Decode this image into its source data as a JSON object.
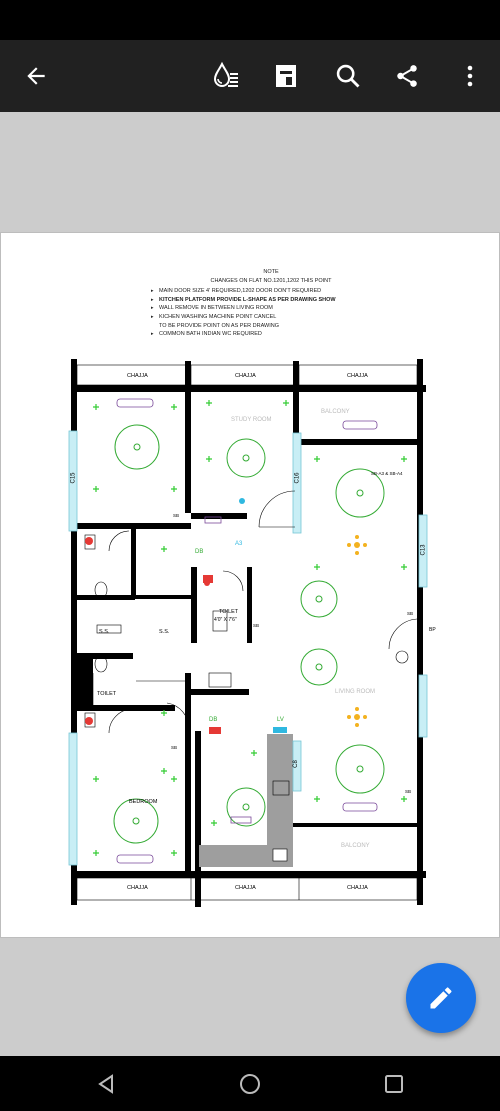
{
  "toolbar": {
    "back_icon": "arrow-back-icon",
    "ink_icon": "ink-drop-icon",
    "layout_icon": "page-layout-icon",
    "search_icon": "search-icon",
    "share_icon": "share-icon",
    "more_icon": "more-vert-icon"
  },
  "drawing": {
    "note_title": "NOTE",
    "note_sub": "CHANGES ON FLAT NO.1201,1202 THIS POINT",
    "notes": [
      "MAIN DOOR SIZE 4' REQUIRED,1202 DOOR  DON'T REQUIRED",
      "KITCHEN PLATFORM PROVIDE L-SHAPE AS PER DRAWING SHOW",
      "WALL REMOVE IN BETWEEN LIVING ROOM",
      "KICHEN WASHING MACHINE POINT CANCEL",
      "TO BE PROVIDE POINT ON  AS PER DRAWING",
      "COMMON BATH INDIAN WC REQUIRED"
    ],
    "chajja": "CHAJJA",
    "study_room": "STUDY ROOM",
    "balcony": "BALCONY",
    "toilet": "TOILET",
    "toilet_size": "4'0\" X 7'6\"",
    "ss": "S.S.",
    "living_room": "LIVING ROOM",
    "bedroom": "BEDROOM",
    "db": "DB",
    "lv": "LV",
    "sb": "SB",
    "sb_a3": "SB-A3 & SB-A4",
    "bp": "BP",
    "a3": "A3",
    "c15": "C15",
    "c16": "C16",
    "c13": "C13",
    "c8": "C8"
  },
  "colors": {
    "fab": "#1a73e8",
    "toolbar": "#212121",
    "wall": "#000000",
    "glass": "#9fd8e6",
    "fixture": "#33cc33",
    "kitchen": "#9e9e9e"
  },
  "fab": {
    "icon": "edit-pencil-icon"
  },
  "nav": {
    "back": "nav-back-icon",
    "home": "nav-home-icon",
    "recents": "nav-recents-icon"
  }
}
